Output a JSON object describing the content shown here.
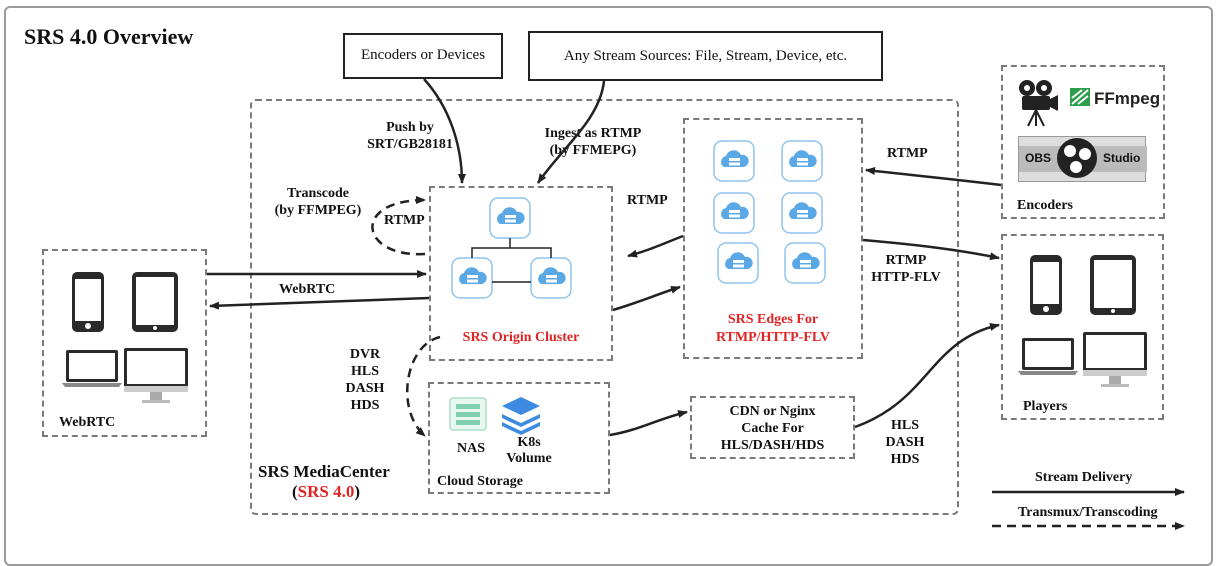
{
  "title": "SRS 4.0 Overview",
  "sources": {
    "encoders_or_devices": "Encoders or Devices",
    "any_stream_sources": "Any Stream Sources: File, Stream, Device, etc."
  },
  "mediacenter": {
    "label": "SRS MediaCenter",
    "version": "SRS 4.0",
    "paren_open": "(",
    "paren_close": ")"
  },
  "origin": {
    "label": "SRS Origin Cluster"
  },
  "edges": {
    "line1": "SRS Edges For",
    "line2": "RTMP/HTTP-FLV"
  },
  "storage": {
    "nas": "NAS",
    "k8s_line1": "K8s",
    "k8s_line2": "Volume",
    "label": "Cloud Storage"
  },
  "cdn": {
    "line1": "CDN or Nginx",
    "line2": "Cache For",
    "line3": "HLS/DASH/HDS"
  },
  "webrtc": {
    "label": "WebRTC"
  },
  "encoders": {
    "label": "Encoders",
    "ffmpeg": "FFmpeg",
    "obs_left": "OBS",
    "obs_right": "Studio"
  },
  "players": {
    "label": "Players"
  },
  "edge_labels": {
    "push_line1": "Push by",
    "push_line2": "SRT/GB28181",
    "ingest_line1": "Ingest as RTMP",
    "ingest_line2": "(by FFMEPG)",
    "transcode_line1": "Transcode",
    "transcode_line2": "(by FFMPEG)",
    "rtmp_loop": "RTMP",
    "rtmp_to_origin": "RTMP",
    "webrtc_arrow": "WebRTC",
    "rtmp_encoders": "RTMP",
    "rtmp_players_line1": "RTMP",
    "rtmp_players_line2": "HTTP-FLV",
    "dvr": "DVR",
    "hls": "HLS",
    "dash": "DASH",
    "hds": "HDS",
    "out_hls": "HLS",
    "out_dash": "DASH",
    "out_hds": "HDS"
  },
  "legend": {
    "stream_delivery": "Stream Delivery",
    "transmux": "Transmux/Transcoding"
  },
  "colors": {
    "accent_red": "#e02424",
    "cloud_blue": "#64b5f6",
    "ffmpeg_green": "#2e9e4a",
    "dash_gray": "#7a7a7a"
  }
}
